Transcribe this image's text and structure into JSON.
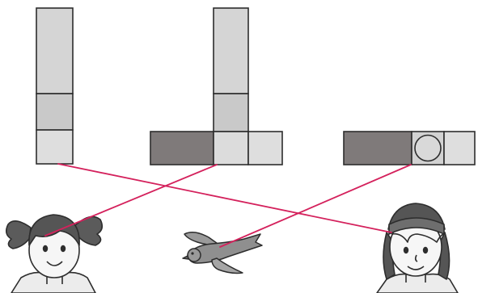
{
  "figures": [
    {
      "id": "vertical-bar",
      "description_tag": "tall-column"
    },
    {
      "id": "inverted-t",
      "description_tag": "column-with-crossbar"
    },
    {
      "id": "horizontal-bar",
      "description_tag": "bar-with-circle"
    }
  ],
  "characters": [
    "girl-with-pigtails",
    "flying-bird",
    "kid-with-headband"
  ],
  "colors": {
    "light_gray": "#d9d9d9",
    "mid_gray": "#c6c6c6",
    "dark_gray": "#7f7a7a",
    "outline": "#2d2d2d",
    "match_line": "#d4215c",
    "skin": "#f3f3f3",
    "hair": "#555555"
  },
  "matches": [
    {
      "from": "vertical-bar",
      "to": "kid-with-headband"
    },
    {
      "from": "inverted-t",
      "to": "girl-with-pigtails"
    },
    {
      "from": "horizontal-bar",
      "to": "flying-bird"
    }
  ]
}
